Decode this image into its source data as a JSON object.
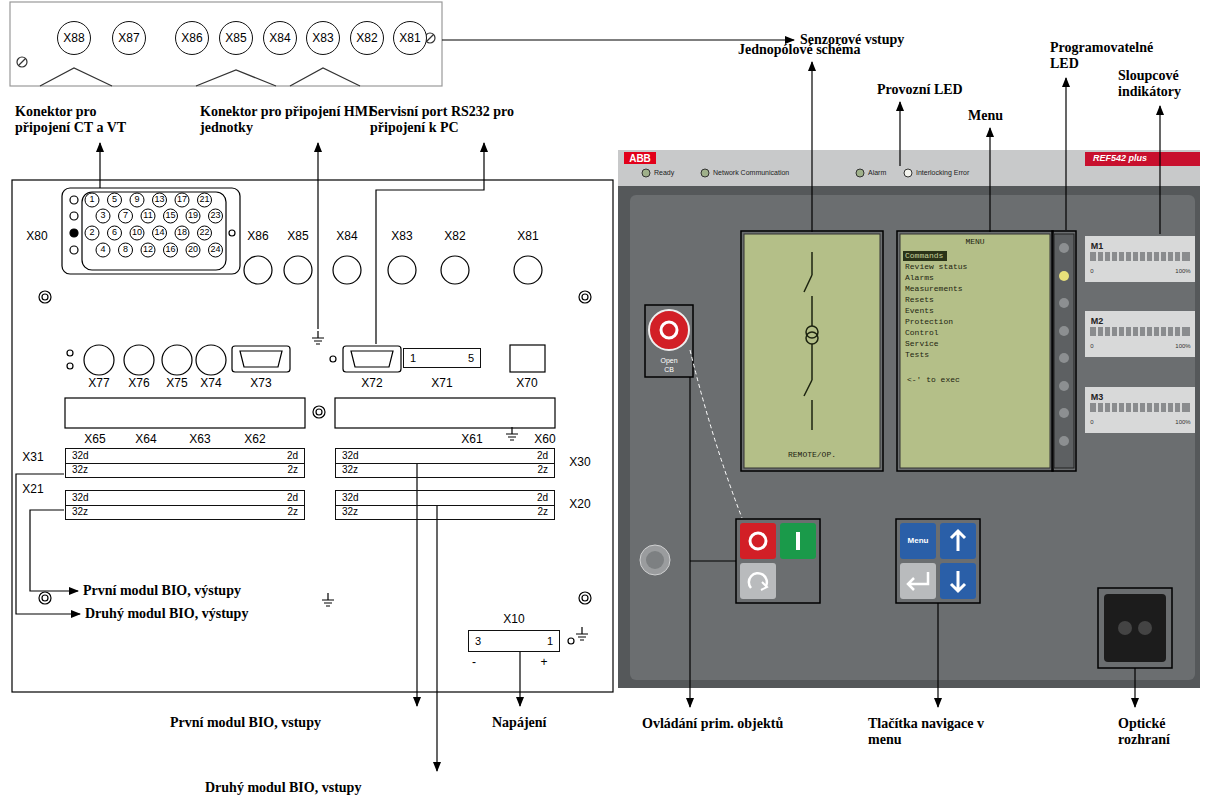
{
  "diagram": {
    "nodes": [
      {
        "text": [
          "X88"
        ]
      },
      {
        "text": [
          "X87"
        ]
      },
      {
        "text": [
          "X86"
        ]
      },
      {
        "text": [
          "X85"
        ]
      },
      {
        "text": [
          "X84"
        ]
      },
      {
        "text": [
          "X83"
        ]
      },
      {
        "text": [
          "X82"
        ]
      },
      {
        "text": [
          "X81"
        ]
      },
      {
        "text": [
          "1",
          "5"
        ]
      },
      {
        "text": [
          "32d",
          "2d",
          "32z",
          "2z"
        ]
      },
      {
        "text": [
          "32d",
          "2d",
          "32z",
          "2z"
        ]
      },
      {
        "text": [
          "32d",
          "2d",
          "32z",
          "2z"
        ]
      },
      {
        "text": [
          "32d",
          "2d",
          "32z",
          "2z"
        ]
      },
      {
        "text": [
          "3",
          "1"
        ]
      }
    ],
    "labels": [
      "Senzorové vstupy",
      "Konektor pro připojení CT a VT",
      "Konektor pro připojení HMI jednotky",
      "Servisní port RS232 pro připojení k PC",
      "Jednopólové schéma",
      "Provozní LED",
      "Programovatelné LED",
      "Menu",
      "Sloupcové indikátory",
      "První modul BIO, výstupy",
      "Druhý modul BIO, výstupy",
      "První modul BIO, vstupy",
      "Napájení",
      "Druhý modul BIO, vstupy",
      "Ovládání prim. objektů",
      "Tlačítka navigace v menu",
      "Optické rozhraní",
      "X80",
      "1",
      "5",
      "9",
      "13",
      "17",
      "21",
      "3",
      "7",
      "11",
      "15",
      "19",
      "23",
      "2",
      "6",
      "10",
      "14",
      "18",
      "22",
      "4",
      "8",
      "12",
      "16",
      "20",
      "24",
      "X86",
      "X85",
      "X84",
      "X83",
      "X82",
      "X81",
      "X77",
      "X76",
      "X75",
      "X74",
      "X73",
      "X72",
      "X71",
      "X70",
      "X65",
      "X64",
      "X63",
      "X62",
      "X61",
      "X60",
      "X31",
      "X30",
      "X21",
      "X20",
      "X10",
      "-",
      "+",
      "ABB",
      "REF542 plus",
      "Ready",
      "Network Communication",
      "Alarm",
      "Interlocking Error",
      "Open",
      "CB",
      "REMOTE/OP.",
      "MENU",
      "Commands",
      "Review status",
      "Alarms",
      "Measurements",
      "Resets",
      "Events",
      "Protection",
      "Control",
      "Service",
      "Tests",
      "<-' to exec",
      "M1",
      "0",
      "100%",
      "M2",
      "0",
      "100%",
      "M3",
      "0",
      "100%",
      "Menu"
    ]
  }
}
